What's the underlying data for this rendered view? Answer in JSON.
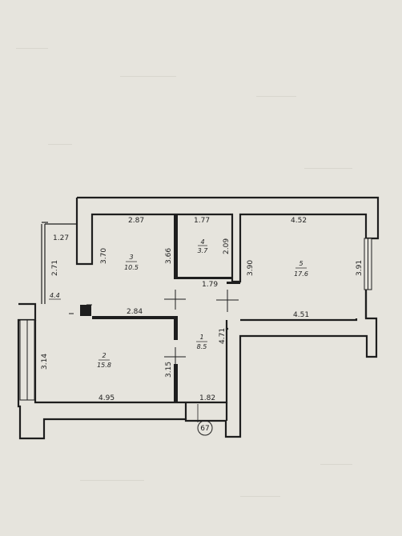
{
  "plan_number": "67",
  "rooms": [
    {
      "id": "1",
      "number": "1",
      "area": "8.5"
    },
    {
      "id": "2",
      "number": "2",
      "area": "15.8"
    },
    {
      "id": "3",
      "number": "3",
      "area": "10.5"
    },
    {
      "id": "4",
      "number": "4",
      "area": "3.7"
    },
    {
      "id": "5",
      "number": "5",
      "area": "17.6"
    }
  ],
  "balcony": {
    "area": "4.4"
  },
  "dimensions": {
    "room3_top": "2.87",
    "room3_left": "3.70",
    "room3_right": "3.66",
    "room3_bottom": "2.84",
    "room4_top": "1.77",
    "room4_right": "2.09",
    "room4_bottom": "1.79",
    "room5_top": "4.52",
    "room5_left": "3.90",
    "room5_right": "3.91",
    "room5_bottom": "4.51",
    "room2_left": "3.14",
    "room2_right": "3.15",
    "room2_bottom": "4.95",
    "room1_right": "4.71",
    "room1_bottom": "1.82",
    "balcony_top": "1.27",
    "balcony_left": "2.71"
  }
}
